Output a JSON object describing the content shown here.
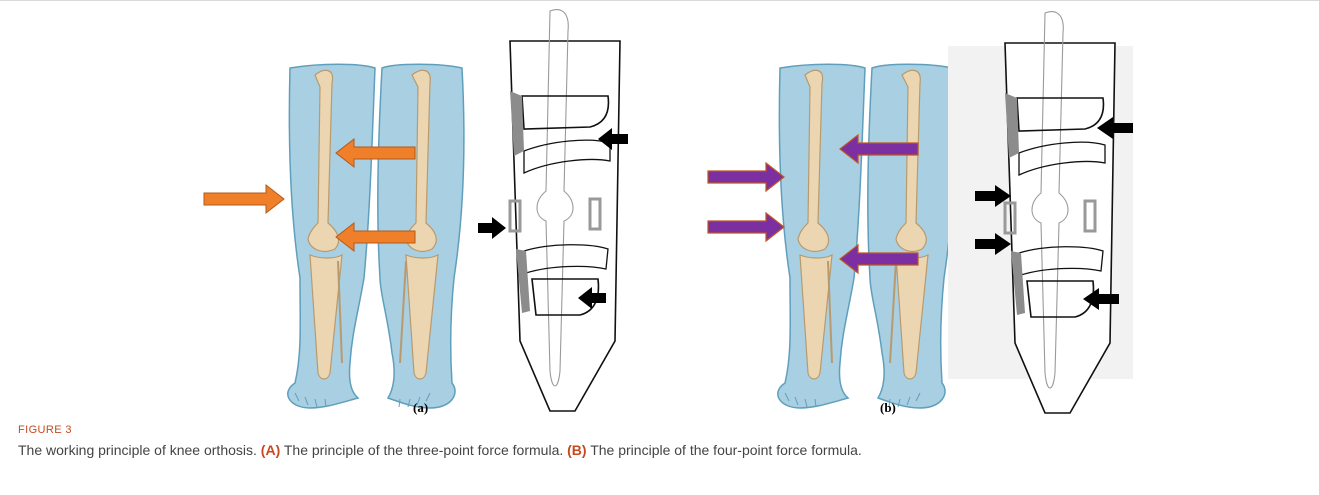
{
  "figure": {
    "panel_a_label": "(a)",
    "panel_b_label": "(b)",
    "number": "FIGURE 3",
    "caption_intro": "The working principle of knee orthosis.",
    "caption_a_tag": "(A)",
    "caption_a_text": "The principle of the three-point force formula.",
    "caption_b_tag": "(B)",
    "caption_b_text": "The principle of the four-point force formula."
  },
  "colors": {
    "leg_fill": "#a9cfe2",
    "leg_stroke": "#5f9fbd",
    "bone": "#ecd6b2",
    "bone_stroke": "#b99a6c",
    "force_arrow_a": "#f07f2a",
    "force_arrow_b": "#7b2fa0",
    "orthosis_arrow": "#000000",
    "caption_accent": "#c8491e"
  }
}
